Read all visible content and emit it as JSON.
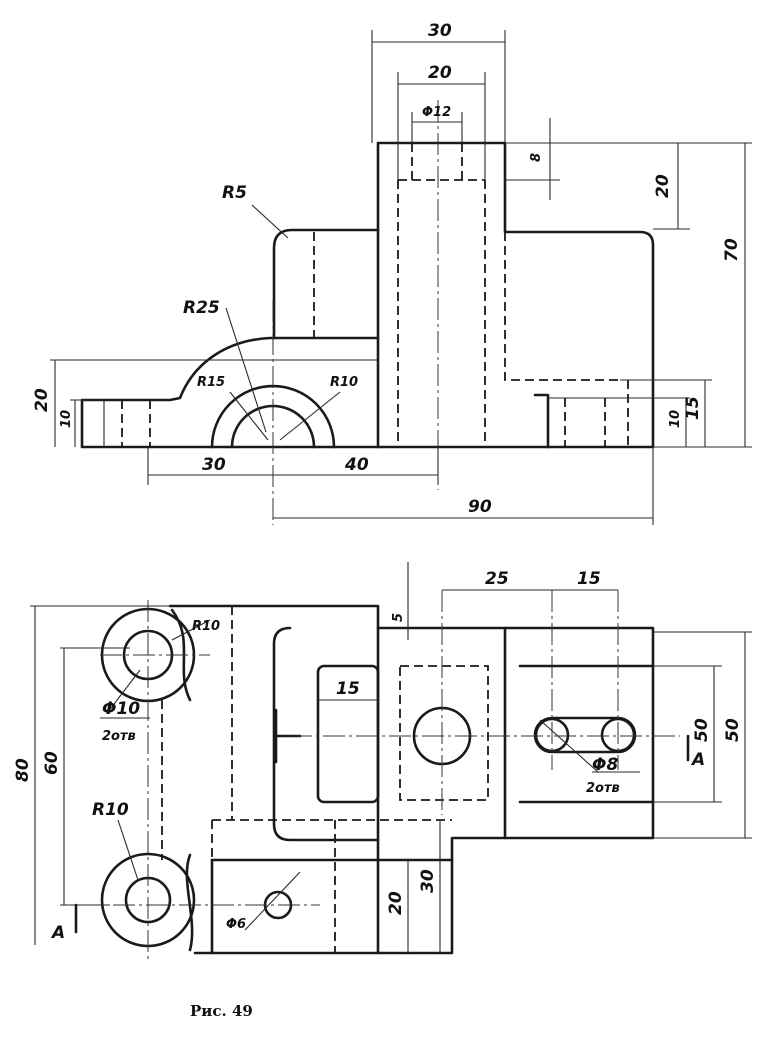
{
  "front_view": {
    "dims": {
      "d30_top": "30",
      "d20_top": "20",
      "phi12": "Φ12",
      "d8": "8",
      "d20_right": "20",
      "d70": "70",
      "r5": "R5",
      "r25": "R25",
      "r15": "R15",
      "r10": "R10",
      "d20_left": "20",
      "d10_left": "10",
      "d30_bottom": "30",
      "d40_bottom": "40",
      "d90": "90",
      "d10_right": "10",
      "d15_right": "15"
    }
  },
  "top_view": {
    "dims": {
      "d25": "25",
      "d15_top": "15",
      "d5": "5",
      "r10_top": "R10",
      "phi10": "Φ10",
      "holes_2_left": "2отв",
      "d15_slot": "15",
      "d50_inner": "50",
      "d50_outer": "50",
      "phi8": "Φ8",
      "holes_2_right": "2отв",
      "section_a_right": "A",
      "d80": "80",
      "d60": "60",
      "r10_bottom": "R10",
      "phi6": "Φ6",
      "d20_bottom": "20",
      "d30_bottom": "30",
      "section_a_left": "A"
    }
  },
  "caption": "Рис. 49"
}
